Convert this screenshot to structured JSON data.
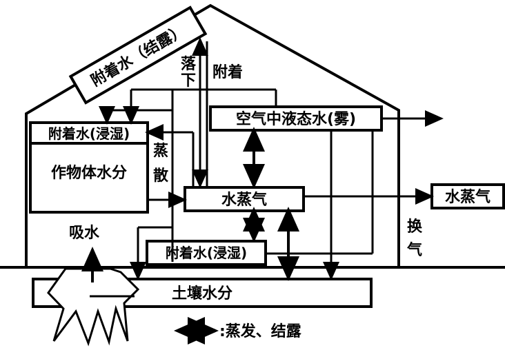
{
  "nodes": {
    "roof_condensation": "附着水（结露）",
    "leaf_wet": "附着水(浸湿)",
    "crop_water": "作物体水分",
    "air_liquid": "空气中液态水(雾)",
    "vapor": "水蒸气",
    "outside_vapor": "水蒸气",
    "ground_wet": "附着水(浸湿)",
    "soil_water": "土壤水分"
  },
  "labels": {
    "absorb": "吸水",
    "transpire_1": "蒸",
    "transpire_2": "散",
    "fall_1": "落",
    "fall_2": "下",
    "attach": "附着",
    "vent_1": "换",
    "vent_2": "气"
  },
  "legend": {
    "label": ":蒸发、结露"
  }
}
